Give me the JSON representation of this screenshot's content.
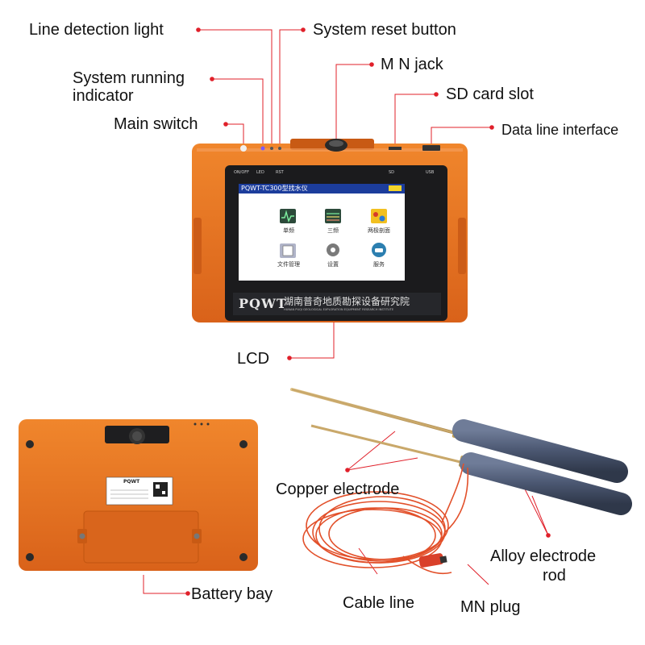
{
  "callouts": {
    "line_detection_light": "Line detection light",
    "system_reset_button": "System reset button",
    "mn_jack": "M N jack",
    "system_running_indicator_line1": "System running",
    "system_running_indicator_line2": "indicator",
    "sd_card_slot": "SD card slot",
    "main_switch": "Main switch",
    "data_line_interface": "Data line interface",
    "lcd": "LCD",
    "copper_electrode": "Copper electrode",
    "alloy_electrode_rod_line1": "Alloy electrode",
    "alloy_electrode_rod_line2": "rod",
    "battery_bay": "Battery bay",
    "cable_line": "Cable line",
    "mn_plug": "MN plug"
  },
  "device": {
    "panel_labels": {
      "onoff": "ON/OFF",
      "led": "LED",
      "rst": "RST",
      "sd": "SD",
      "usb": "USB"
    },
    "screen": {
      "title": "PQWT-TC300型找水仪",
      "menu": [
        {
          "label": "单频",
          "icon": "waveform-icon"
        },
        {
          "label": "三频",
          "icon": "multi-waveform-icon"
        },
        {
          "label": "两极剖面",
          "icon": "profile-map-icon"
        },
        {
          "label": "文件管理",
          "icon": "folder-icon"
        },
        {
          "label": "设置",
          "icon": "gear-icon"
        },
        {
          "label": "服务",
          "icon": "phone-icon"
        }
      ]
    },
    "brand": "PQWT",
    "brand_cn": "湖南普奇地质勘探设备研究院",
    "brand_en": "HUNAN PUQI GEOLOGICAL EXPLORATION EQUIPMENT RESEARCH INSTITUTE"
  },
  "back_label": {
    "brand": "PQWT"
  },
  "colors": {
    "device_orange": "#e8701a",
    "callout_red": "#e0202a",
    "screen_blue": "#1c3d9c",
    "electrode_rod": "#4a5670",
    "cable": "#e2502a"
  }
}
